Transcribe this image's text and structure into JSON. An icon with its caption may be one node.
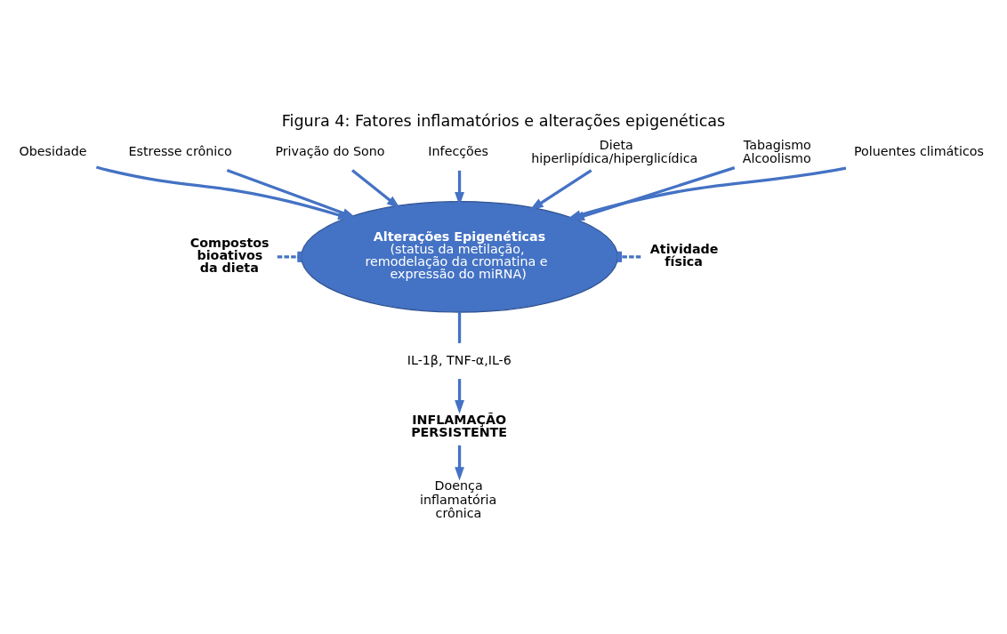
{
  "diagram": {
    "title": "Figura 4: Fatores inflamatórios e alterações epigenéticas",
    "nodes": [
      {
        "text": [
          "Alterações Epigenéticas",
          "(status da metilação, remodelação da cromatina e expressão do miRNA)"
        ]
      },
      {
        "text": [
          "Obesidade"
        ]
      },
      {
        "text": [
          "Estresse crônico"
        ]
      },
      {
        "text": [
          "Privação do Sono"
        ]
      },
      {
        "text": [
          "Infecções"
        ]
      },
      {
        "text": [
          "Dieta hiperlipídica/hiperglicídica"
        ]
      },
      {
        "text": [
          "Tabagismo Alcoolismo"
        ]
      },
      {
        "text": [
          "Poluentes climáticos"
        ]
      },
      {
        "text": [
          "Compostos bioativos da dieta"
        ]
      },
      {
        "text": [
          "Atividade física"
        ]
      },
      {
        "text": [
          "IL-1β, TNF-α,IL-6"
        ]
      },
      {
        "text": [
          "INFLAMAÇÃO PERSISTENTE"
        ]
      },
      {
        "text": [
          "Doença inflamatória crônica"
        ]
      }
    ],
    "edges": [
      {
        "from": 1,
        "to": 0,
        "arrow": "to"
      },
      {
        "from": 2,
        "to": 0,
        "arrow": "to"
      },
      {
        "from": 3,
        "to": 0,
        "arrow": "to"
      },
      {
        "from": 4,
        "to": 0,
        "arrow": "to"
      },
      {
        "from": 5,
        "to": 0,
        "arrow": "to"
      },
      {
        "from": 6,
        "to": 0,
        "arrow": "to"
      },
      {
        "from": 7,
        "to": 0,
        "arrow": "to"
      },
      {
        "from": 8,
        "to": 0,
        "arrow": "other",
        "style": "dashed"
      },
      {
        "from": 9,
        "to": 0,
        "arrow": "other",
        "style": "dashed"
      },
      {
        "from": 0,
        "to": 10,
        "arrow": "none"
      },
      {
        "from": 10,
        "to": 11,
        "arrow": "to"
      },
      {
        "from": 11,
        "to": 12,
        "arrow": "to"
      }
    ]
  }
}
